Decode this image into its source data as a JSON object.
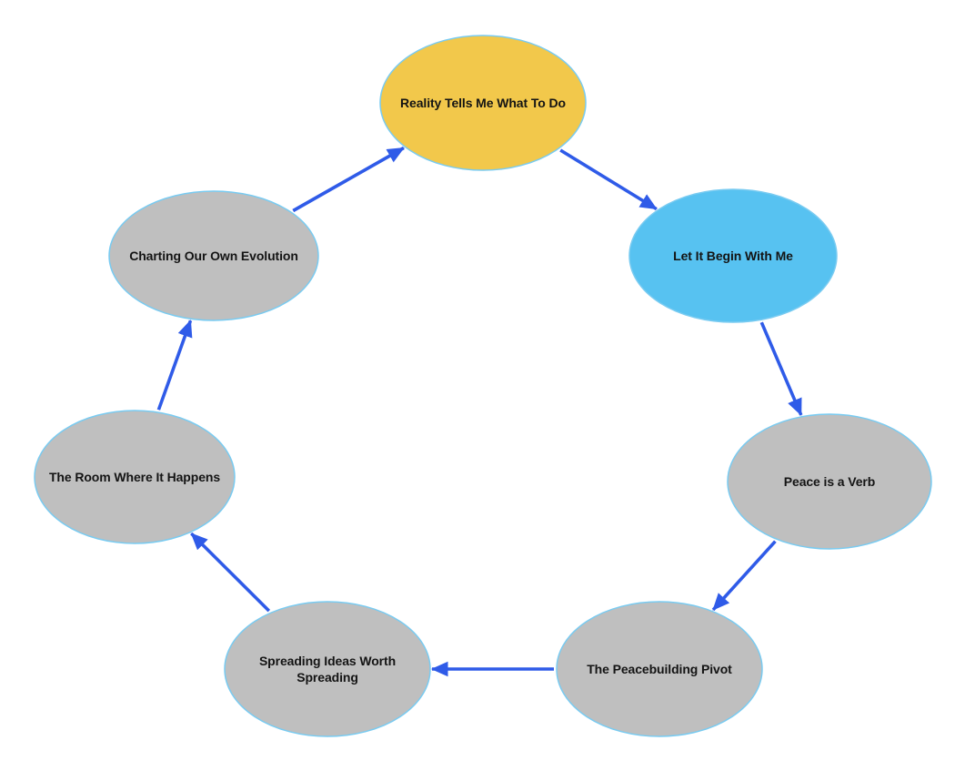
{
  "diagram": {
    "type": "cycle-flowchart",
    "background_color": "#ffffff",
    "arrow_color": "#2f5be8",
    "node_border_color": "#79cbf1",
    "text_color": "#141414",
    "highlight_colors": {
      "yellow": "#f2c84b",
      "blue": "#57c2f1",
      "gray": "#bfbfbf"
    },
    "nodes": [
      {
        "id": "reality",
        "label": "Reality Tells Me What To Do",
        "fill": "#f2c84b"
      },
      {
        "id": "let-it-begin",
        "label": "Let It Begin With Me",
        "fill": "#57c2f1"
      },
      {
        "id": "peace",
        "label": "Peace is a Verb",
        "fill": "#bfbfbf"
      },
      {
        "id": "pivot",
        "label": "The Peacebuilding Pivot",
        "fill": "#bfbfbf"
      },
      {
        "id": "spreading",
        "label": "Spreading Ideas Worth Spreading",
        "fill": "#bfbfbf"
      },
      {
        "id": "room",
        "label": "The Room Where It Happens",
        "fill": "#bfbfbf"
      },
      {
        "id": "charting",
        "label": "Charting Our Own Evolution",
        "fill": "#bfbfbf"
      }
    ],
    "edges": [
      {
        "from": "reality",
        "to": "let-it-begin"
      },
      {
        "from": "let-it-begin",
        "to": "peace"
      },
      {
        "from": "peace",
        "to": "pivot"
      },
      {
        "from": "pivot",
        "to": "spreading"
      },
      {
        "from": "spreading",
        "to": "room"
      },
      {
        "from": "room",
        "to": "charting"
      },
      {
        "from": "charting",
        "to": "reality"
      }
    ]
  }
}
